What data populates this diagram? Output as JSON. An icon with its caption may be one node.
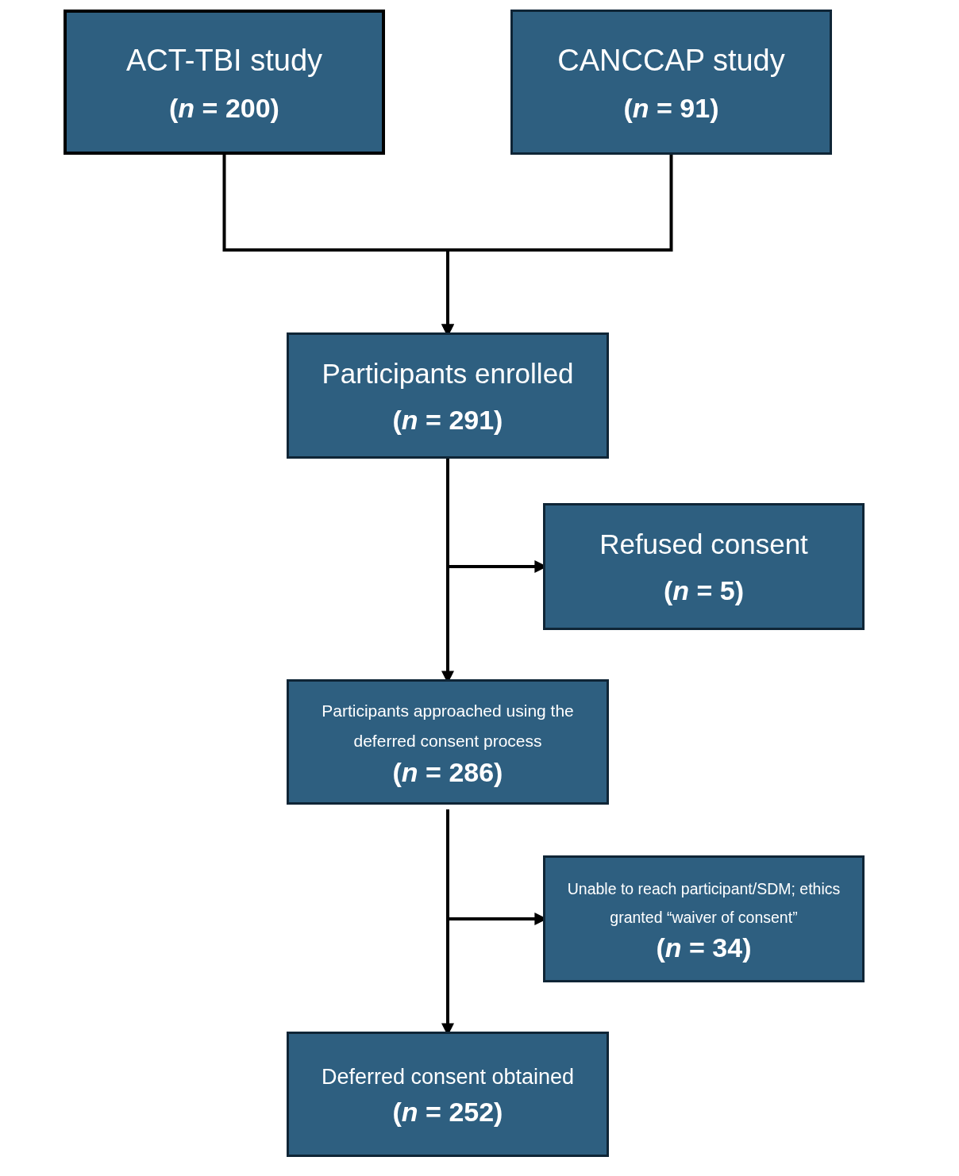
{
  "diagram": {
    "nodes": [
      {
        "text": [
          "ACT-TBI study",
          "(*n* = 200)"
        ]
      },
      {
        "text": [
          "CANCCAP study",
          "(*n* = 91)"
        ]
      },
      {
        "text": [
          "Participants enrolled",
          "(*n* = 291)"
        ]
      },
      {
        "text": [
          "Refused consent",
          "(*n* = 5)"
        ]
      },
      {
        "text": [
          "Participants approached using the deferred consent process",
          "(*n* = 286)"
        ]
      },
      {
        "text": [
          "Unable to reach participant/SDM; ethics granted “waiver of consent”",
          "(*n* = 34)"
        ]
      },
      {
        "text": [
          "Deferred consent obtained",
          "(*n* = 252)"
        ]
      }
    ],
    "edges": [
      {
        "from": 0,
        "to": 2,
        "arrow": "to"
      },
      {
        "from": 1,
        "to": 2,
        "arrow": "to"
      },
      {
        "from": 2,
        "to": 3,
        "arrow": "to"
      },
      {
        "from": 2,
        "to": 4,
        "arrow": "to"
      },
      {
        "from": 4,
        "to": 5,
        "arrow": "to"
      },
      {
        "from": 4,
        "to": 6,
        "arrow": "to"
      }
    ]
  }
}
